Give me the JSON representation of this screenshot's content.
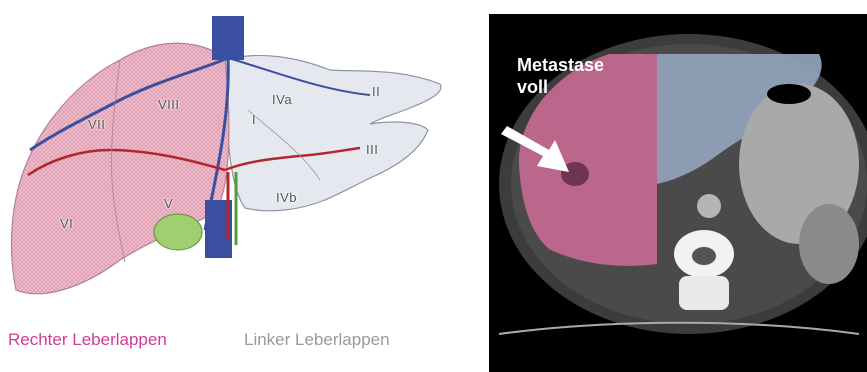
{
  "diagram": {
    "segments": [
      "VII",
      "VIII",
      "IVa",
      "II",
      "I",
      "III",
      "VI",
      "V",
      "IVb"
    ],
    "legend": {
      "right_lobe": "Rechter Leberlappen",
      "left_lobe": "Linker Leberlappen"
    },
    "colors": {
      "right_lobe": "#e9b7c6",
      "left_lobe": "#e8eaf2",
      "veins": "#3b4fa0",
      "arteries": "#b3262b",
      "bile": "#4f9e3a"
    }
  },
  "ct": {
    "label": "Metastase\nvoll"
  }
}
